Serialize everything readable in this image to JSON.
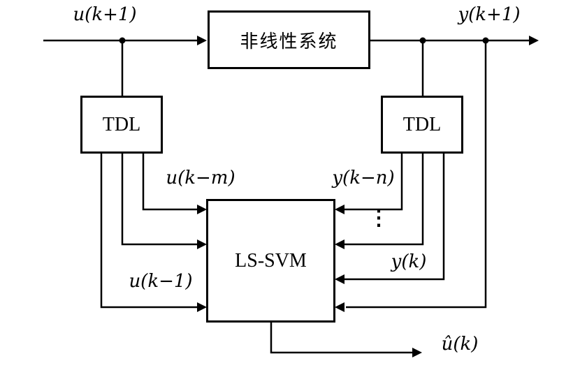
{
  "diagram": {
    "blocks": {
      "system": "非线性系统",
      "tdl_left": "TDL",
      "tdl_right": "TDL",
      "lssvm": "LS-SVM"
    },
    "labels": {
      "input": "u(k+1)",
      "output": "y(k+1)",
      "u_km": "u(k−m)",
      "y_kn": "y(k−n)",
      "u_k1": "u(k−1)",
      "y_k": "y(k)",
      "u_hat": "û(k)",
      "vdots": "⋮"
    },
    "colors": {
      "line": "#000000",
      "background": "#ffffff"
    }
  }
}
